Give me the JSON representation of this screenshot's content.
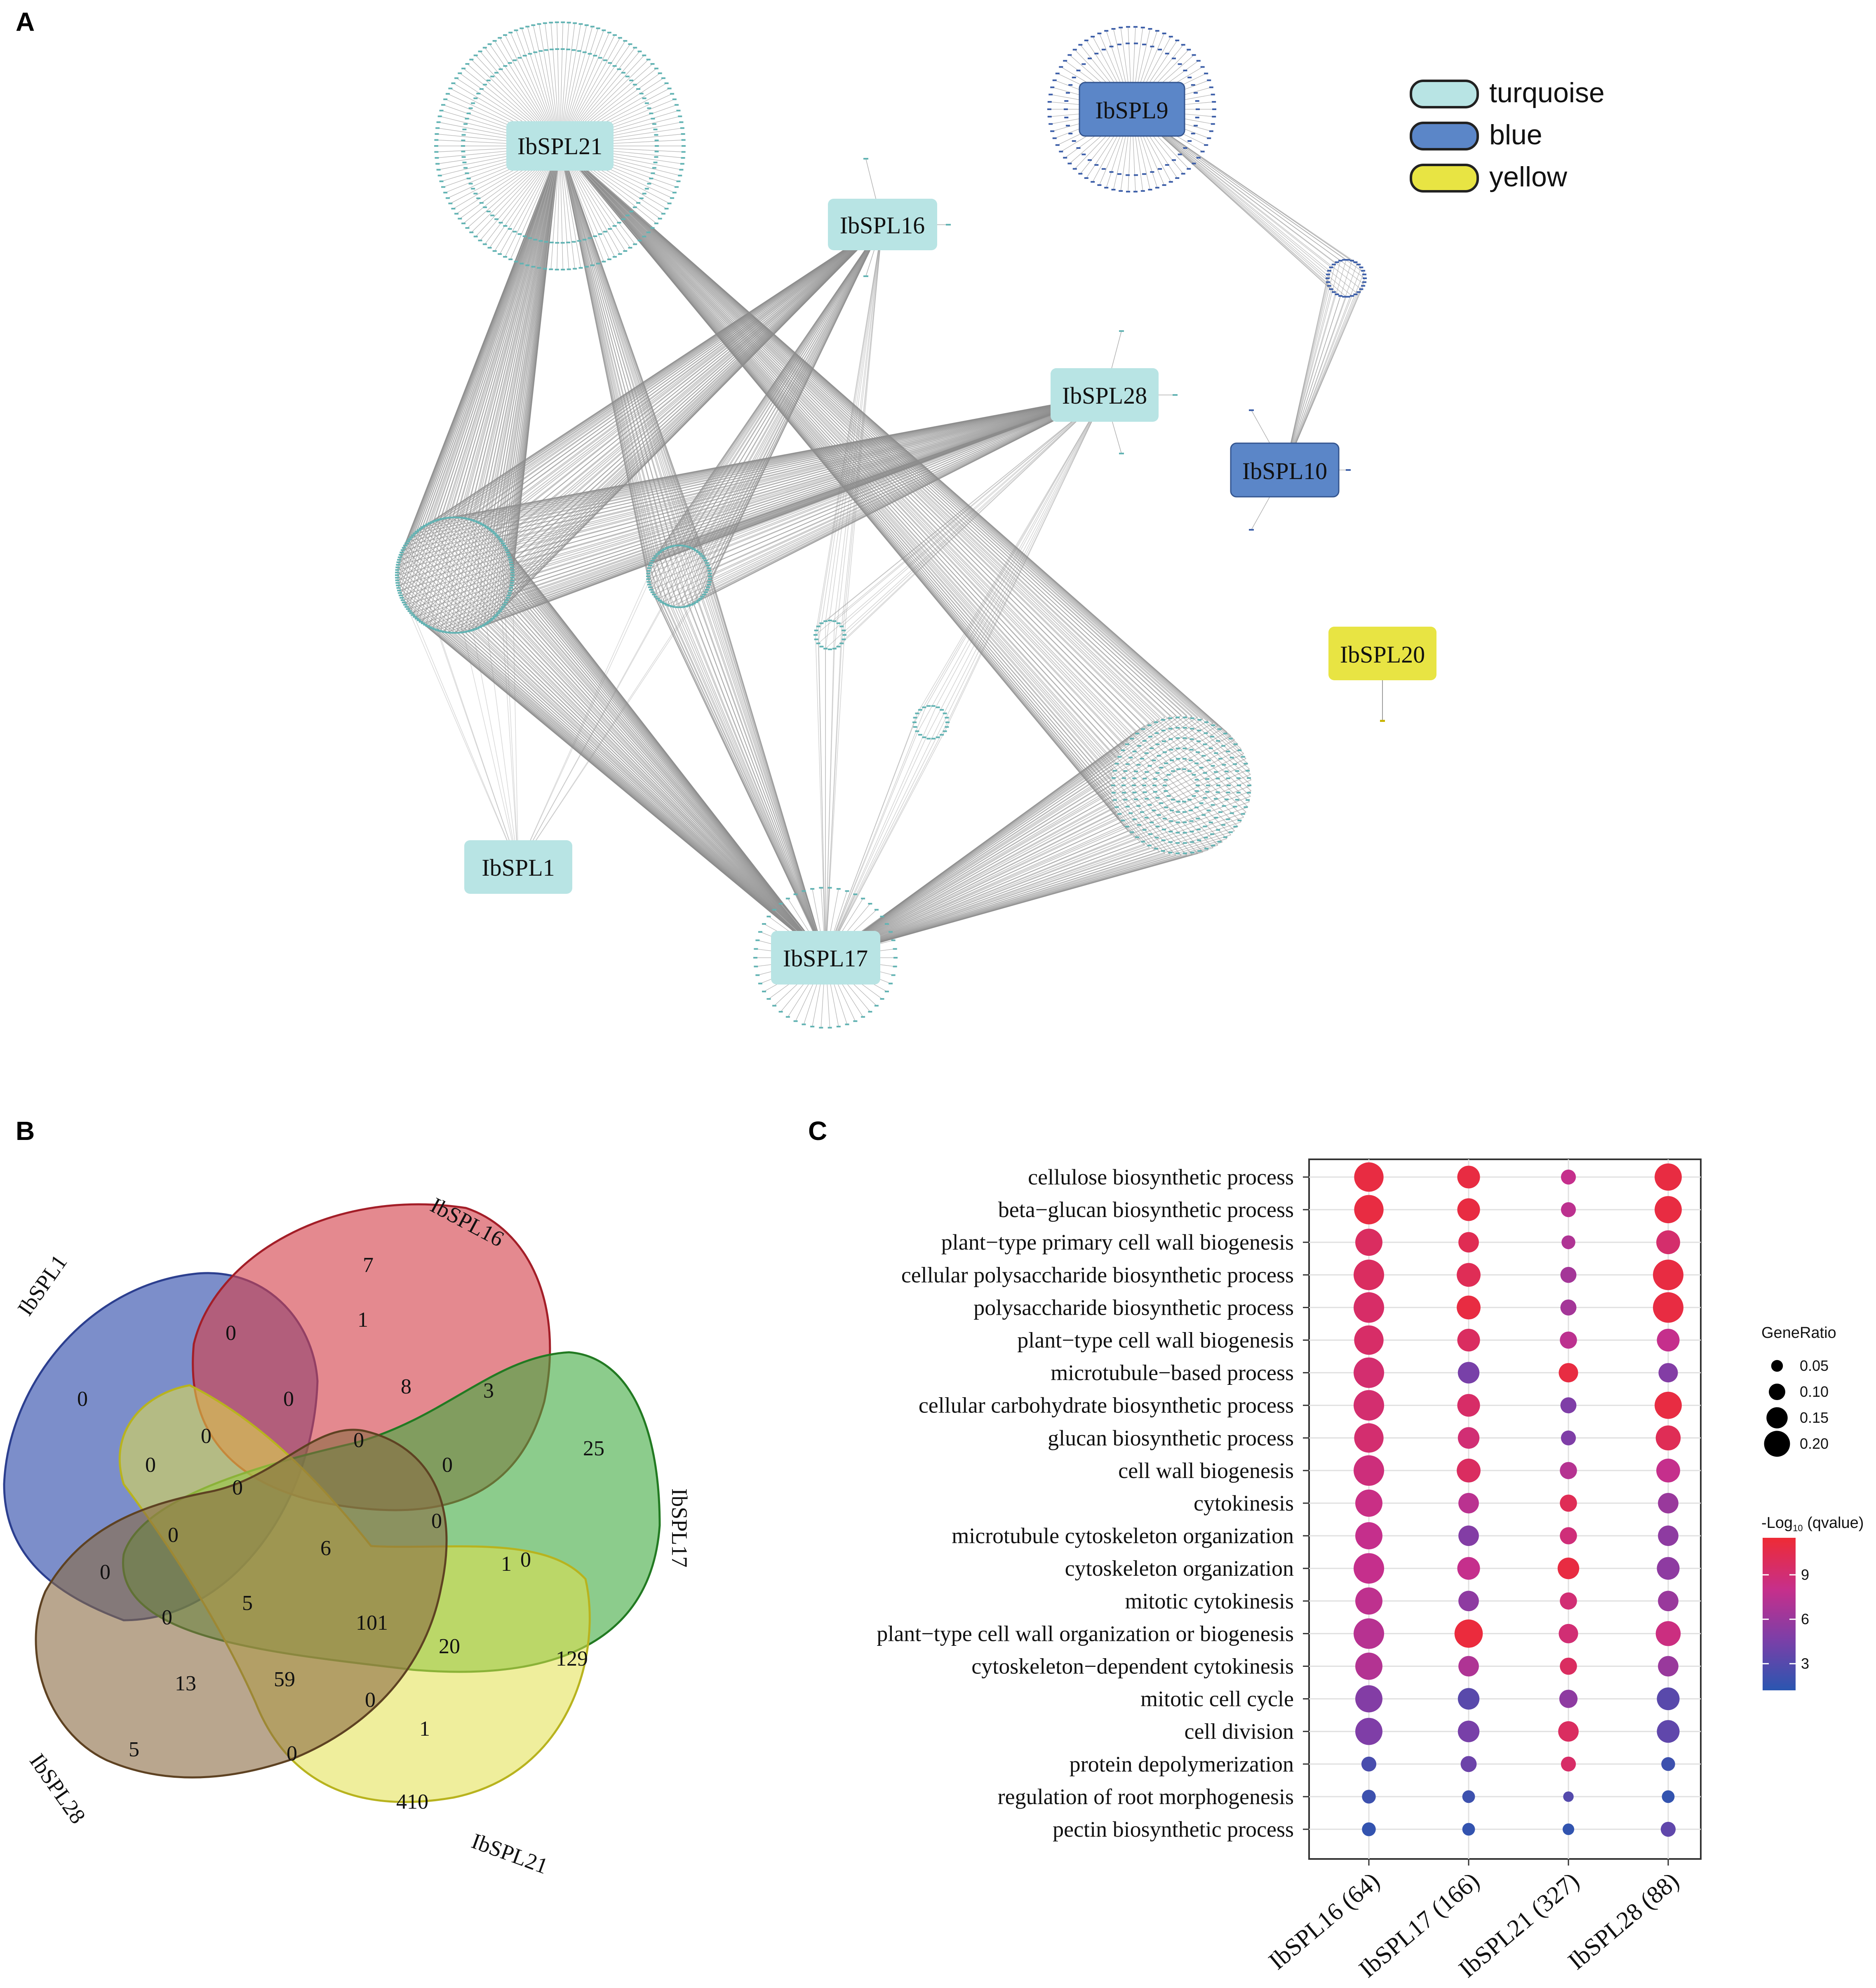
{
  "panels": {
    "a": "A",
    "b": "B",
    "c": "C"
  },
  "colors": {
    "turquoise": "#b8e4e4",
    "blue": "#5b86c8",
    "yellow": "#e8e443",
    "edge": "#8c8c8c",
    "turquoise_dot": "#62b3b3",
    "blue_dot": "#3c5ea8"
  },
  "network": {
    "nodes": [
      {
        "label": "IbSPL21",
        "module": "turquoise"
      },
      {
        "label": "IbSPL16",
        "module": "turquoise"
      },
      {
        "label": "IbSPL28",
        "module": "turquoise"
      },
      {
        "label": "IbSPL1",
        "module": "turquoise"
      },
      {
        "label": "IbSPL17",
        "module": "turquoise"
      },
      {
        "label": "IbSPL9",
        "module": "blue"
      },
      {
        "label": "IbSPL10",
        "module": "blue"
      },
      {
        "label": "IbSPL20",
        "module": "yellow"
      }
    ],
    "legend": [
      {
        "label": "turquoise",
        "color": "#b8e4e4"
      },
      {
        "label": "blue",
        "color": "#5b86c8"
      },
      {
        "label": "yellow",
        "color": "#e8e443"
      }
    ]
  },
  "venn": {
    "sets": [
      {
        "label": "IbSPL1",
        "color": "#4a63b5"
      },
      {
        "label": "IbSPL16",
        "color": "#d4404a"
      },
      {
        "label": "IbSPL17",
        "color": "#3faa3f"
      },
      {
        "label": "IbSPL21",
        "color": "#e2e04a"
      },
      {
        "label": "IbSPL28",
        "color": "#8a6a42"
      }
    ],
    "counts": [
      "0",
      "7",
      "0",
      "1",
      "0",
      "8",
      "3",
      "0",
      "0",
      "0",
      "0",
      "25",
      "0",
      "0",
      "0",
      "6",
      "0",
      "0",
      "1",
      "0",
      "5",
      "101",
      "20",
      "129",
      "13",
      "59",
      "0",
      "5",
      "0",
      "1",
      "410"
    ]
  },
  "chart_data": {
    "type": "scatter",
    "title": "",
    "categories": [
      "IbSPL16 (64)",
      "IbSPL17 (166)",
      "IbSPL21 (327)",
      "IbSPL28 (88)"
    ],
    "terms": [
      "cellulose biosynthetic process",
      "beta−glucan biosynthetic process",
      "plant−type primary cell wall biogenesis",
      "cellular polysaccharide biosynthetic process",
      "polysaccharide biosynthetic process",
      "plant−type cell wall biogenesis",
      "microtubule−based process",
      "cellular carbohydrate biosynthetic process",
      "glucan biosynthetic process",
      "cell wall biogenesis",
      "cytokinesis",
      "microtubule cytoskeleton organization",
      "cytoskeleton organization",
      "mitotic cytokinesis",
      "plant−type cell wall organization or biogenesis",
      "cytoskeleton−dependent cytokinesis",
      "mitotic cell cycle",
      "cell division",
      "protein depolymerization",
      "regulation of root morphogenesis",
      "pectin biosynthetic process"
    ],
    "series": [
      {
        "name": "IbSPL16 (64)",
        "gene_ratio": [
          0.19,
          0.19,
          0.17,
          0.2,
          0.2,
          0.19,
          0.2,
          0.2,
          0.19,
          0.2,
          0.17,
          0.17,
          0.2,
          0.17,
          0.2,
          0.17,
          0.17,
          0.17,
          0.06,
          0.05,
          0.05
        ],
        "neg_log10_q": [
          11.0,
          11.0,
          9.8,
          9.8,
          9.5,
          9.5,
          9.2,
          9.2,
          9.2,
          8.7,
          8.3,
          8.0,
          8.0,
          7.7,
          7.4,
          7.2,
          5.0,
          4.8,
          2.5,
          2.0,
          1.6
        ]
      },
      {
        "name": "IbSPL17 (166)",
        "gene_ratio": [
          0.13,
          0.13,
          0.11,
          0.14,
          0.14,
          0.13,
          0.12,
          0.13,
          0.12,
          0.14,
          0.11,
          0.11,
          0.13,
          0.11,
          0.18,
          0.11,
          0.12,
          0.12,
          0.07,
          0.04,
          0.04
        ],
        "neg_log10_q": [
          11.0,
          11.0,
          10.3,
          10.2,
          11.0,
          9.8,
          4.5,
          9.5,
          9.0,
          9.8,
          7.5,
          5.0,
          8.0,
          5.5,
          11.2,
          7.0,
          3.2,
          4.5,
          4.0,
          2.0,
          1.6
        ]
      },
      {
        "name": "IbSPL21 (327)",
        "gene_ratio": [
          0.06,
          0.06,
          0.05,
          0.07,
          0.07,
          0.08,
          0.1,
          0.07,
          0.06,
          0.08,
          0.08,
          0.08,
          0.12,
          0.08,
          0.1,
          0.08,
          0.09,
          0.11,
          0.06,
          0.02,
          0.03
        ],
        "neg_log10_q": [
          8.0,
          7.6,
          7.0,
          6.5,
          6.5,
          7.6,
          11.0,
          4.8,
          4.8,
          7.3,
          10.2,
          8.8,
          11.0,
          9.0,
          9.0,
          9.8,
          5.5,
          9.8,
          9.5,
          3.0,
          1.5
        ]
      },
      {
        "name": "IbSPL28 (88)",
        "gene_ratio": [
          0.17,
          0.17,
          0.14,
          0.2,
          0.2,
          0.13,
          0.1,
          0.17,
          0.15,
          0.14,
          0.11,
          0.11,
          0.13,
          0.11,
          0.15,
          0.11,
          0.13,
          0.13,
          0.05,
          0.04,
          0.06
        ],
        "neg_log10_q": [
          11.0,
          11.0,
          9.3,
          11.0,
          11.0,
          8.0,
          5.0,
          11.0,
          10.2,
          8.0,
          6.0,
          5.5,
          5.5,
          6.0,
          8.5,
          6.0,
          3.2,
          3.5,
          2.0,
          1.6,
          3.5
        ]
      }
    ],
    "legend_size": {
      "title": "GeneRatio",
      "values": [
        0.05,
        0.1,
        0.15,
        0.2
      ],
      "labels": [
        "0.05",
        "0.10",
        "0.15",
        "0.20"
      ]
    },
    "legend_color": {
      "title_prefix": "-Log",
      "title_sub": "10",
      "title_suffix": " (qvalue)",
      "ticks": [
        9,
        6,
        3
      ],
      "tick_labels": [
        "9",
        "6",
        "3"
      ],
      "colors": [
        "#2a56b0",
        "#7b3fa8",
        "#c62f8b",
        "#ee2b35"
      ]
    },
    "grid": true
  }
}
